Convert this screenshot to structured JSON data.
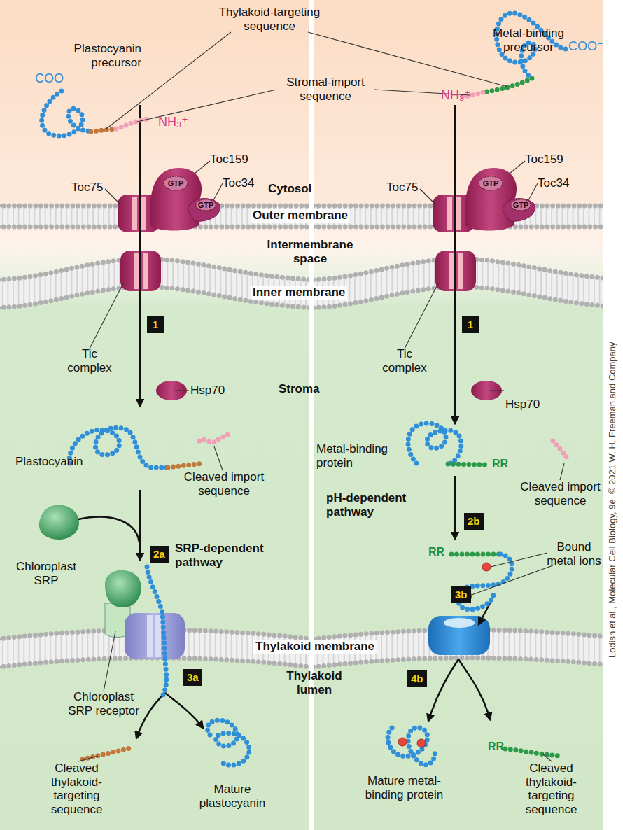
{
  "diagram": {
    "nodes": [
      {
        "text": [
          "GTP"
        ]
      },
      {
        "text": [
          "GTP"
        ]
      },
      {
        "text": [
          "GTP"
        ]
      },
      {
        "text": [
          "GTP"
        ]
      }
    ],
    "labels": [
      "Thylakoid-targeting sequence",
      "Plastocyanin precursor",
      "Metal-binding precursor",
      "Stromal-import sequence",
      "COO⁻",
      "NH₃⁺",
      "COO⁻",
      "NH₃⁺",
      "Toc75",
      "Toc159",
      "Toc34",
      "Toc75",
      "Toc159",
      "Toc34",
      "Cytosol",
      "Outer membrane",
      "Intermembrane space",
      "Inner membrane",
      "Tic complex",
      "1",
      "Tic complex",
      "1",
      "Stroma",
      "Hsp70",
      "Hsp70",
      "Plastocyanin",
      "Cleaved import sequence",
      "Metal-binding protein",
      "RR",
      "Cleaved import sequence",
      "pH-dependent pathway",
      "2b",
      "Chloroplast SRP",
      "2a",
      "SRP-dependent pathway",
      "RR",
      "Bound metal ions",
      "3b",
      "Thylakoid membrane",
      "Thylakoid lumen",
      "Chloroplast SRP receptor",
      "3a",
      "4b",
      "Cleaved thylakoid-targeting sequence",
      "Mature plastocyanin",
      "Mature metal-binding protein",
      "RR",
      "Cleaved thylakoid-targeting sequence",
      "Lodish et al., Molecular Cell Biology, 9e, © 2021 W. H. Freeman and Company"
    ]
  }
}
